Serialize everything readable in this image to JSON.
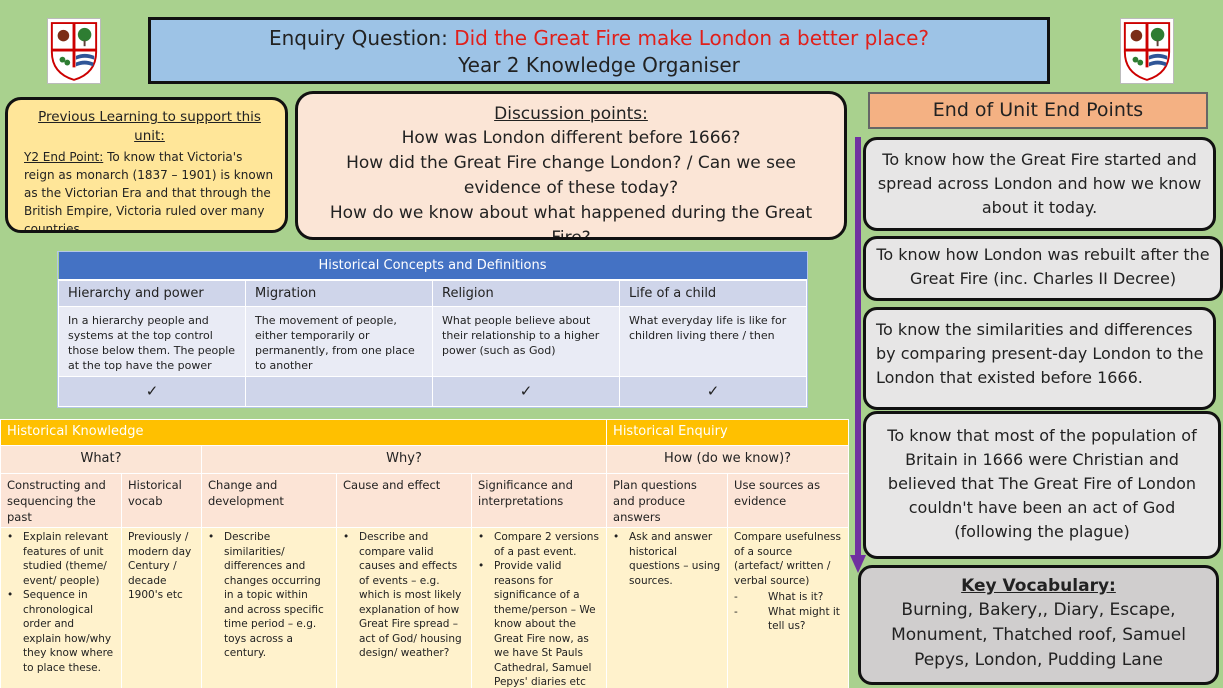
{
  "header": {
    "label": "Enquiry Question:",
    "question": "Did the Great Fire make London a better place?",
    "subtitle": "Year 2 Knowledge Organiser"
  },
  "previous_learning": {
    "title": "Previous Learning to support this unit:",
    "end_point_label": "Y2 End Point:",
    "end_point_text": "To know that Victoria's reign as monarch (1837 – 1901) is known as the Victorian Era and that through the British Empire, Victoria ruled over many countries."
  },
  "discussion": {
    "title": "Discussion points:",
    "points": [
      "How was London different before 1666?",
      "How did the Great Fire change London? / Can we see evidence of these today?",
      "How do we know about what happened during the Great Fire?"
    ]
  },
  "concepts": {
    "title": "Historical Concepts and Definitions",
    "headers": [
      "Hierarchy and power",
      "Migration",
      "Religion",
      "Life of a child"
    ],
    "definitions": [
      "In a hierarchy people and systems at the top control those below them. The people at the top have the power",
      "The movement of people, either temporarily or permanently, from one place to another",
      "What people believe about their relationship to a higher power (such as God)",
      "What everyday life is like for children living there / then"
    ],
    "checks": [
      "✓",
      "",
      "✓",
      "✓"
    ]
  },
  "knowledge": {
    "title": "Historical Knowledge",
    "enquiry_title": "Historical Enquiry",
    "what": "What?",
    "why": "Why?",
    "how": "How (do we know)?",
    "columns": [
      "Constructing and sequencing the past",
      "Historical vocab",
      "Change and development",
      "Cause and effect",
      "Significance and interpretations",
      "Plan questions and produce answers",
      "Use sources as evidence"
    ],
    "col1": [
      "Explain relevant features of unit studied (theme/ event/ people)",
      "Sequence in chronological order and explain how/why they know where to place these."
    ],
    "bullet": "•",
    "dash": "-",
    "col2": "Previously / modern day Century / decade 1900's etc",
    "col3": "Describe similarities/ differences and changes occurring in a topic within and across specific time period – e.g. toys across a century.",
    "col4": "Describe and compare valid causes and effects of events – e.g. which is most likely explanation of how Great Fire spread – act of God/ housing design/ weather?",
    "col5": [
      "Compare 2 versions of a past event.",
      "Provide valid reasons for significance of a theme/person – We know about the Great Fire now, as we have St Pauls Cathedral, Samuel Pepys' diaries etc"
    ],
    "col6": "Ask and answer historical questions – using sources.",
    "col7_intro": "Compare usefulness of a source (artefact/ written / verbal source)",
    "col7_items": [
      "What is it?",
      "What might it tell us?"
    ]
  },
  "end_points": {
    "title": "End of Unit End Points",
    "items": [
      "To know how the Great Fire started and spread across London and how we know about it today.",
      "To know how London was rebuilt after the Great Fire (inc. Charles II Decree)",
      "To know the similarities and differences by comparing present-day London to the London that existed before 1666.",
      "To know that most of the population of Britain in 1666 were Christian and believed that The Great Fire of London couldn't have been an act of God (following the plague)"
    ]
  },
  "vocabulary": {
    "title": "Key Vocabulary:",
    "words": "Burning, Bakery,, Diary, Escape, Monument, Thatched roof, Samuel Pepys, London, Pudding Lane"
  },
  "colors": {
    "background": "#a9d18e",
    "header": "#9dc3e6",
    "question": "#e0201b",
    "concept_header": "#4472c4",
    "knowledge_header": "#ffc000",
    "arrow": "#7030a0"
  }
}
